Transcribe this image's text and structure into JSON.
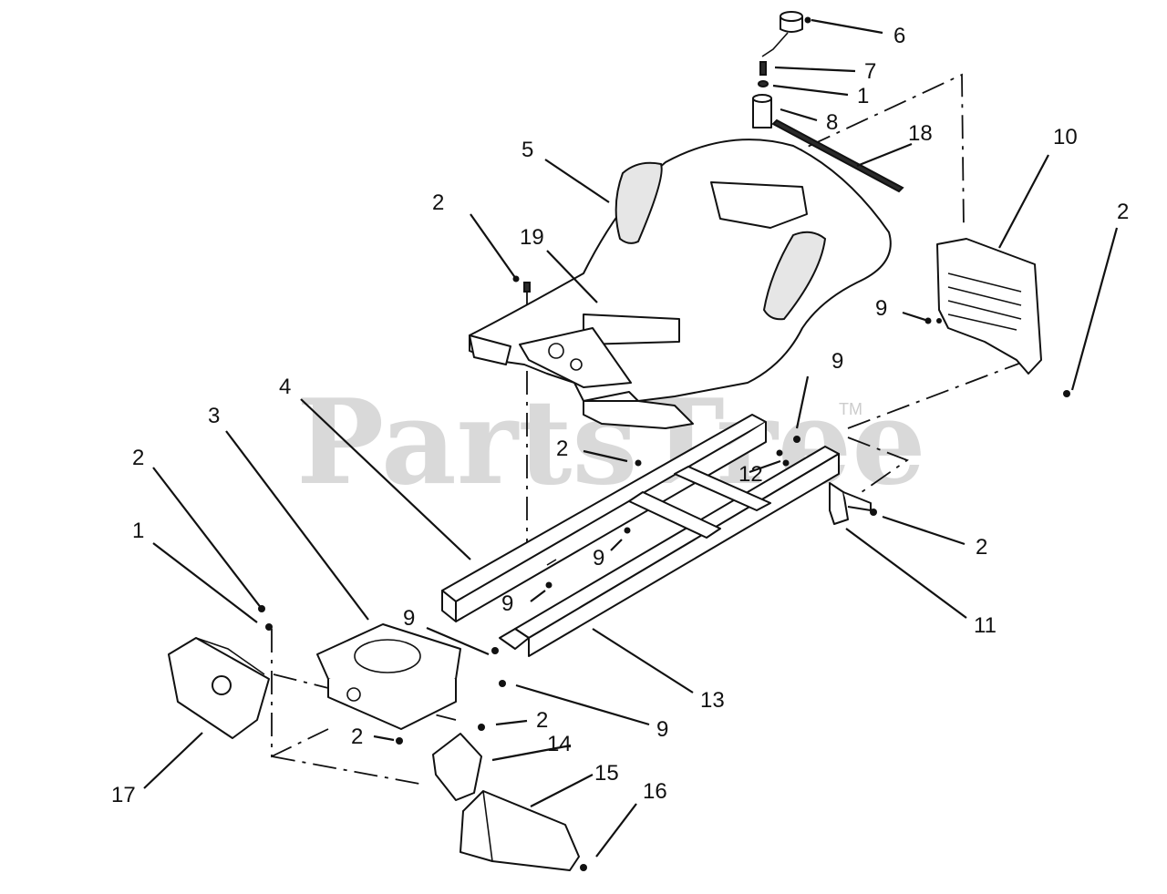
{
  "watermark": {
    "text": "PartsTree",
    "trademark": "TM"
  },
  "callouts": [
    {
      "id": "c6",
      "label": "6"
    },
    {
      "id": "c7",
      "label": "7"
    },
    {
      "id": "c1a",
      "label": "1"
    },
    {
      "id": "c8",
      "label": "8"
    },
    {
      "id": "c18",
      "label": "18"
    },
    {
      "id": "c5",
      "label": "5"
    },
    {
      "id": "c10",
      "label": "10"
    },
    {
      "id": "c2a",
      "label": "2"
    },
    {
      "id": "c2b",
      "label": "2"
    },
    {
      "id": "c19",
      "label": "19"
    },
    {
      "id": "c9a",
      "label": "9"
    },
    {
      "id": "c9b",
      "label": "9"
    },
    {
      "id": "c4",
      "label": "4"
    },
    {
      "id": "c3",
      "label": "3"
    },
    {
      "id": "c2c",
      "label": "2"
    },
    {
      "id": "c12",
      "label": "12"
    },
    {
      "id": "c2d",
      "label": "2"
    },
    {
      "id": "c1b",
      "label": "1"
    },
    {
      "id": "c9c",
      "label": "9"
    },
    {
      "id": "c9d",
      "label": "9"
    },
    {
      "id": "c2e",
      "label": "2"
    },
    {
      "id": "c11",
      "label": "11"
    },
    {
      "id": "c9e",
      "label": "9"
    },
    {
      "id": "c13",
      "label": "13"
    },
    {
      "id": "c9f",
      "label": "9"
    },
    {
      "id": "c2f",
      "label": "2"
    },
    {
      "id": "c2g",
      "label": "2"
    },
    {
      "id": "c14",
      "label": "14"
    },
    {
      "id": "c15",
      "label": "15"
    },
    {
      "id": "c16",
      "label": "16"
    },
    {
      "id": "c17",
      "label": "17"
    }
  ]
}
